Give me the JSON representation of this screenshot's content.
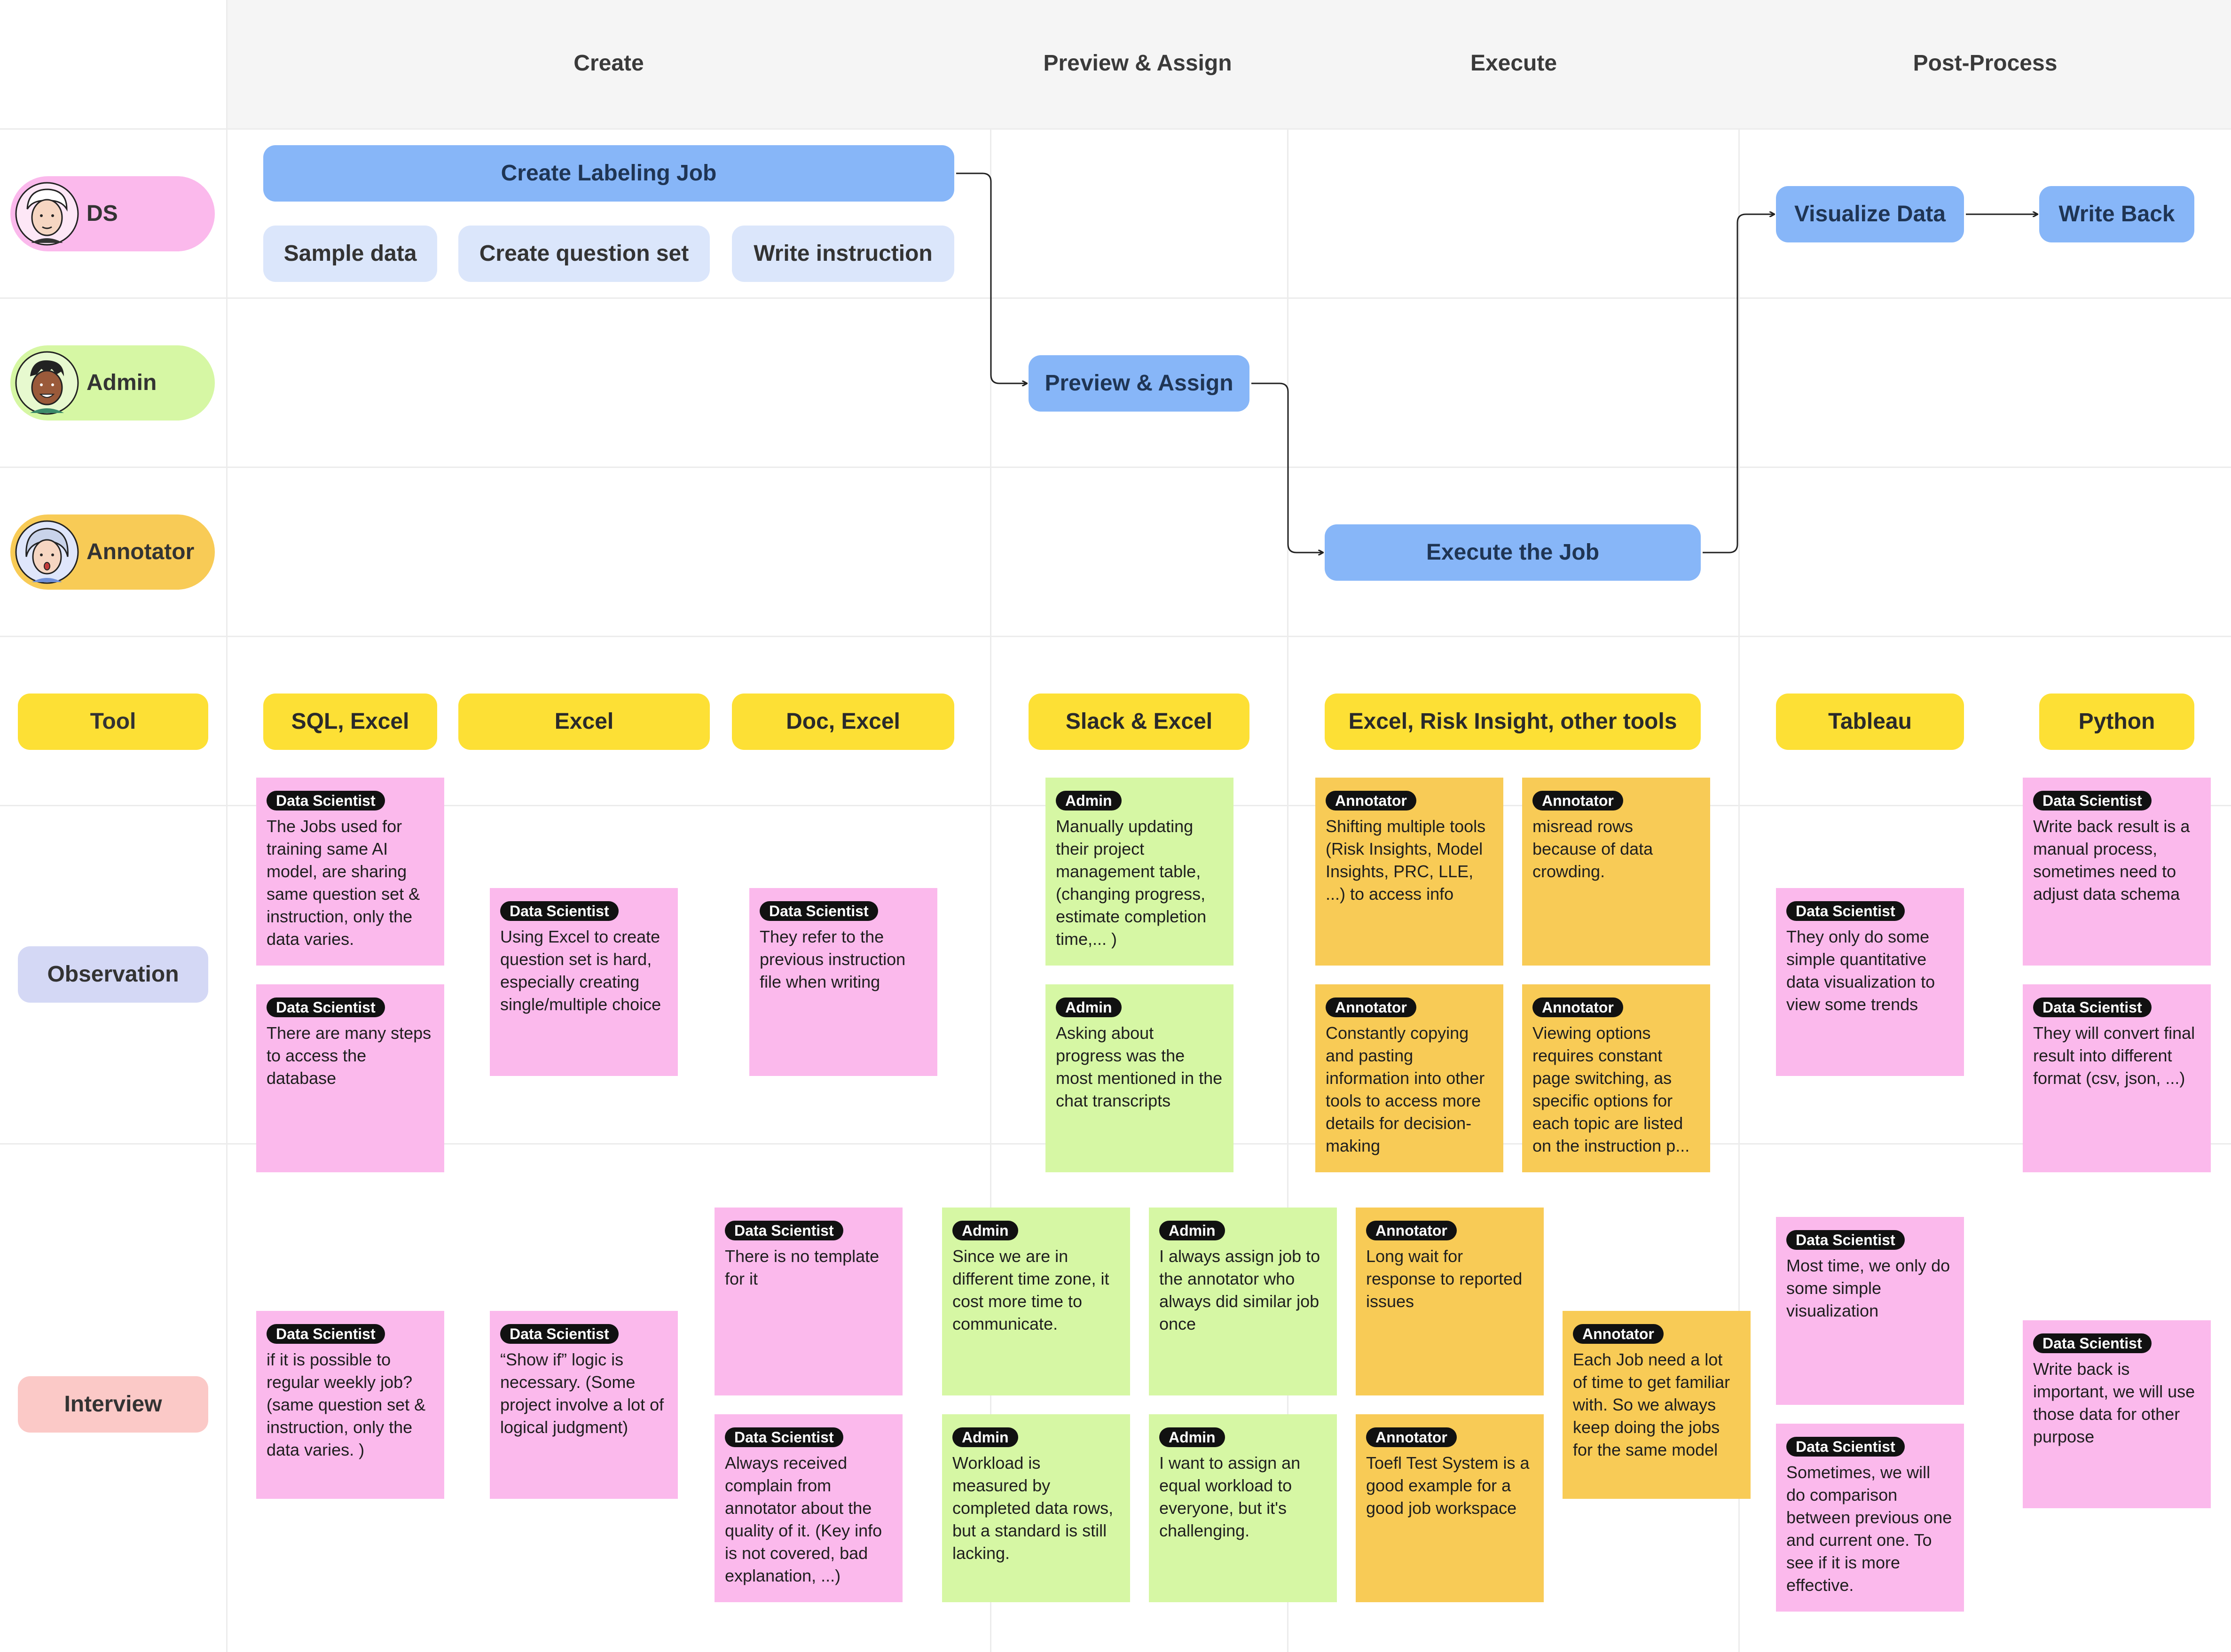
{
  "phases": [
    "Create",
    "Preview & Assign",
    "Execute",
    "Post-Process"
  ],
  "lanes": {
    "ds": {
      "label": "DS",
      "color": "#fbb9ec"
    },
    "admin": {
      "label": "Admin",
      "color": "#d6f7a4"
    },
    "annotator": {
      "label": "Annotator",
      "color": "#f8cb56"
    },
    "tool": {
      "label": "Tool",
      "color": "#fde035"
    },
    "observation": {
      "label": "Observation",
      "color": "#d4d8f5"
    },
    "interview": {
      "label": "Interview",
      "color": "#fbc9c7"
    }
  },
  "steps": {
    "create_labeling_job": "Create Labeling Job",
    "sample_data": "Sample data",
    "create_question_set": "Create question set",
    "write_instruction": "Write instruction",
    "preview_assign": "Preview & Assign",
    "execute_job": "Execute the Job",
    "visualize_data": "Visualize Data",
    "write_back": "Write Back"
  },
  "tools": [
    "SQL, Excel",
    "Excel",
    "Doc, Excel",
    "Slack & Excel",
    "Excel, Risk Insight, other tools",
    "Tableau",
    "Python"
  ],
  "notes": [
    {
      "tag": "Data Scientist",
      "text": "The Jobs used for training same AI model, are sharing same question set & instruction, only the data varies."
    },
    {
      "tag": "Data Scientist",
      "text": "There are many steps to access the database"
    },
    {
      "tag": "Data Scientist",
      "text": "Using Excel to create question set is hard, especially creating single/multiple choice"
    },
    {
      "tag": "Data Scientist",
      "text": "They refer to the previous instruction file when writing"
    },
    {
      "tag": "Admin",
      "text": "Manually updating their project management table, (changing progress, estimate completion time,... )"
    },
    {
      "tag": "Admin",
      "text": "Asking about progress was the most mentioned in the chat transcripts"
    },
    {
      "tag": "Annotator",
      "text": "Shifting multiple tools (Risk Insights, Model Insights, PRC, LLE, ...) to access info"
    },
    {
      "tag": "Annotator",
      "text": "misread rows because of data crowding."
    },
    {
      "tag": "Annotator",
      "text": "Constantly copying and pasting information into other tools to access more details for decision-making"
    },
    {
      "tag": "Annotator",
      "text": "Viewing options requires constant page switching, as specific options for each topic are listed on the instruction p..."
    },
    {
      "tag": "Data Scientist",
      "text": "They only do some simple quantitative data visualization to view some trends"
    },
    {
      "tag": "Data Scientist",
      "text": "Write back result is a manual process, sometimes need to adjust data schema"
    },
    {
      "tag": "Data Scientist",
      "text": "They will convert final result into different format (csv, json, ...)"
    },
    {
      "tag": "Data Scientist",
      "text": "if it is possible to regular weekly job? (same question set & instruction, only the data varies. )"
    },
    {
      "tag": "Data Scientist",
      "text": "“Show if” logic is necessary. (Some project involve a lot of logical judgment)"
    },
    {
      "tag": "Data Scientist",
      "text": "There is no template for it"
    },
    {
      "tag": "Data Scientist",
      "text": "Always received complain from annotator about the quality of it. (Key info is not covered, bad explanation, ...)"
    },
    {
      "tag": "Admin",
      "text": "Since we are in different time zone, it cost more time to communicate."
    },
    {
      "tag": "Admin",
      "text": "I always assign job to the annotator who always did similar job once"
    },
    {
      "tag": "Admin",
      "text": "Workload is measured by completed data rows, but a standard is still lacking."
    },
    {
      "tag": "Admin",
      "text": "I want to assign an equal workload to everyone, but it's challenging."
    },
    {
      "tag": "Annotator",
      "text": "Long wait for response to reported issues"
    },
    {
      "tag": "Annotator",
      "text": "Toefl Test System is a good example for a good job workspace"
    },
    {
      "tag": "Annotator",
      "text": "Each Job need a lot of time to get familiar with. So we always keep doing the jobs for the same model"
    },
    {
      "tag": "Data Scientist",
      "text": "Most time, we only do some simple visualization"
    },
    {
      "tag": "Data Scientist",
      "text": "Sometimes, we will do comparison between previous one and current one. To see if it is more effective."
    },
    {
      "tag": "Data Scientist",
      "text": "Write back is important, we will use those data for other purpose"
    }
  ]
}
